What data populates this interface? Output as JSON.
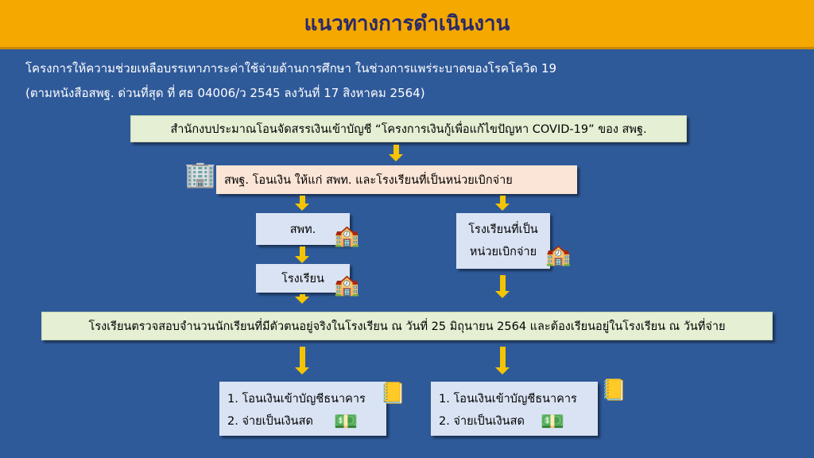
{
  "title": "แนวทางการดำเนินงาน",
  "subtitle_line1": "โครงการให้ความช่วยเหลือบรรเทาภาระค่าใช้จ่ายด้านการศึกษา ในช่วงการแพร่ระบาดของโรคโควิด 19",
  "subtitle_line2": "(ตามหนังสือสพฐ. ด่วนที่สุด ที่ ศธ 04006/ว 2545 ลงวันที่ 17 สิงหาคม 2564)",
  "steps": {
    "budget": "สำนักงบประมาณโอนจัดสรรเงินเข้าบัญชี “โครงการเงินกู้เพื่อแก้ไขปัญหา COVID-19” ของ สพฐ.",
    "obec_transfer": "สพฐ. โอนเงิน ให้แก่ สพท. และโรงเรียนที่เป็นหน่วยเบิกจ่าย",
    "esa": "สพท.",
    "school": "โรงเรียน",
    "disbursing_school_1": "โรงเรียนที่เป็น",
    "disbursing_school_2": "หน่วยเบิกจ่าย",
    "verify": "โรงเรียนตรวจสอบจำนวนนักเรียนที่มีตัวตนอยู่จริงในโรงเรียน ณ วันที่ 25 มิถุนายน 2564 และต้องเรียนอยู่ในโรงเรียน ณ วันที่จ่าย"
  },
  "payment_options": [
    "1. โอนเงินเข้าบัญชีธนาคาร",
    "2. จ่ายเป็นเงินสด"
  ]
}
